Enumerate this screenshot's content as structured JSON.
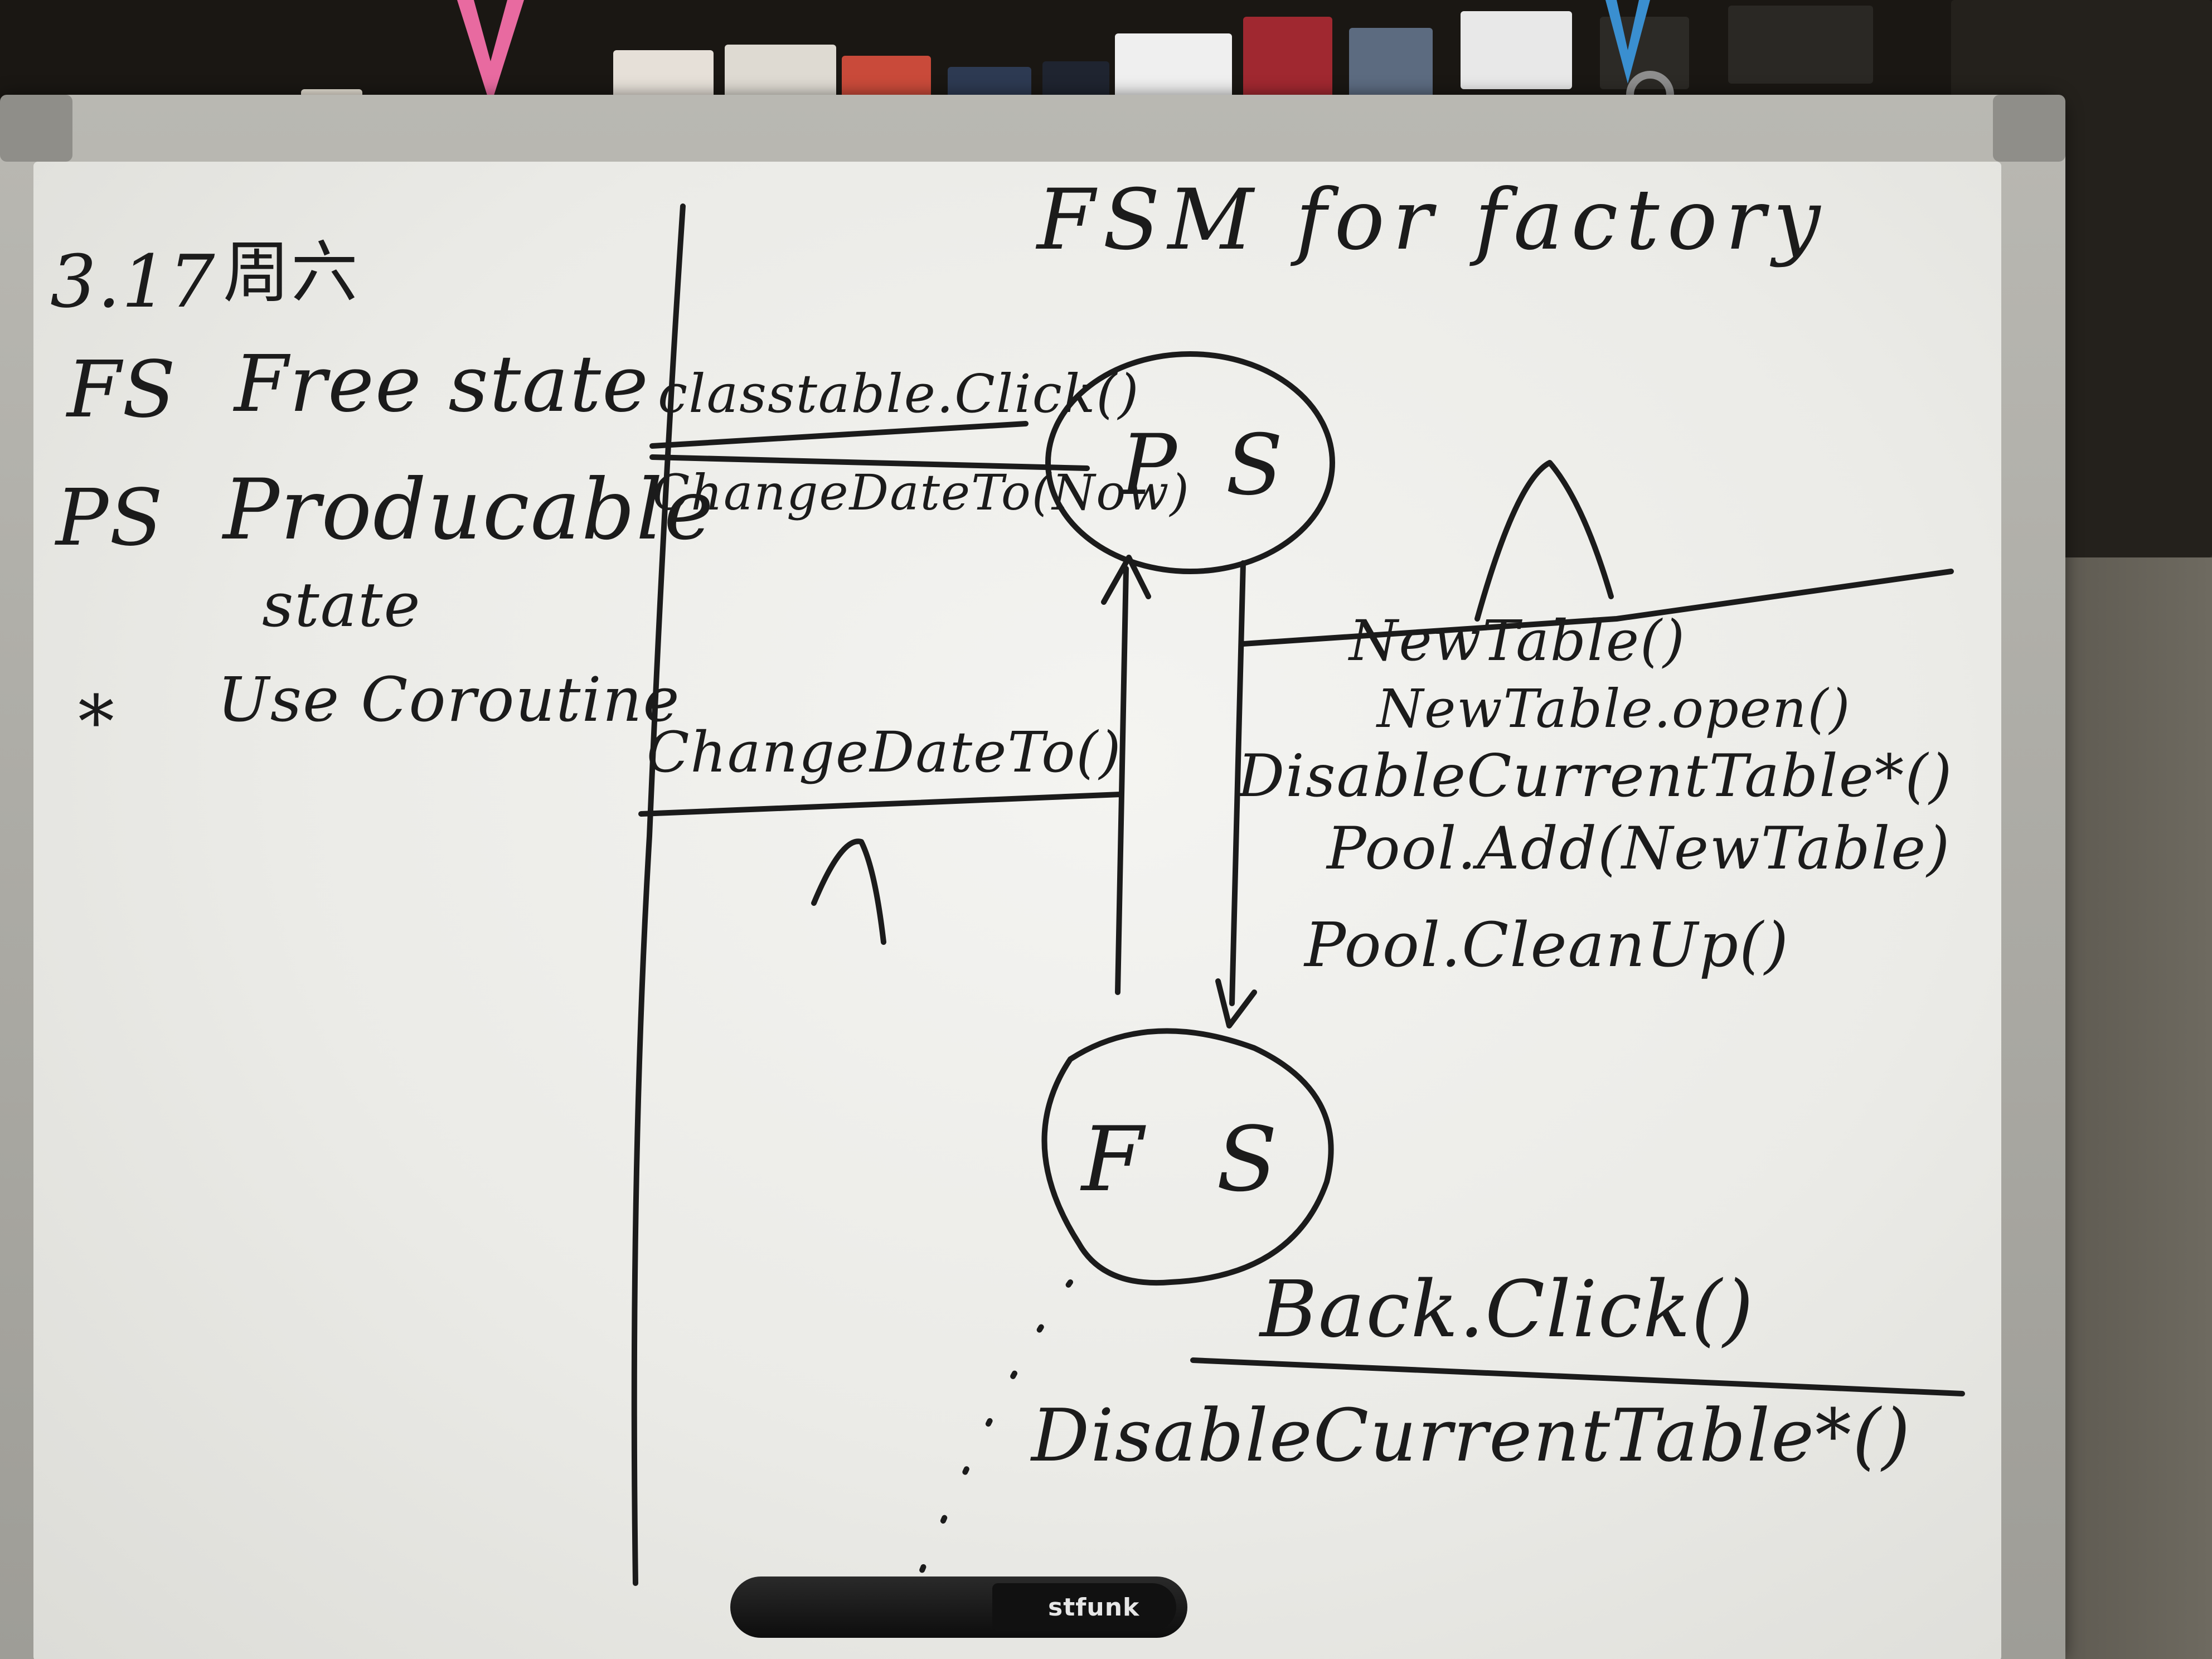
{
  "board": {
    "title": "FSM for factory",
    "date": "3.17",
    "date_chars": "周六",
    "legend": {
      "fs_key": "FS",
      "fs_value": "Free state",
      "ps_key": "PS",
      "ps_value_line1": "Producable",
      "ps_value_line2": "state",
      "star_key": "*",
      "star_value": "Use Coroutine"
    },
    "states": {
      "ps": "P S",
      "fs": "F S"
    },
    "to_ps_events": {
      "event1": "classtable.Click()",
      "event2": "ChangeDateTo(Now)"
    },
    "ps_self_event": "ChangeDateTo()",
    "ps_to_fs_actions": [
      "NewTable()",
      "NewTable.open()",
      "DisableCurrentTable*()",
      "Pool.Add(NewTable)",
      "Pool.CleanUp()"
    ],
    "fs_event": "Back.Click()",
    "fs_action": "DisableCurrentTable*()"
  },
  "marker_brand": "stfunk",
  "colors": {
    "ink": "#1b1b1b",
    "board": "#f0f0ec",
    "frame": "#aeada7",
    "clip_pink": "#e86aa0",
    "clip_blue": "#3a8fd0"
  }
}
